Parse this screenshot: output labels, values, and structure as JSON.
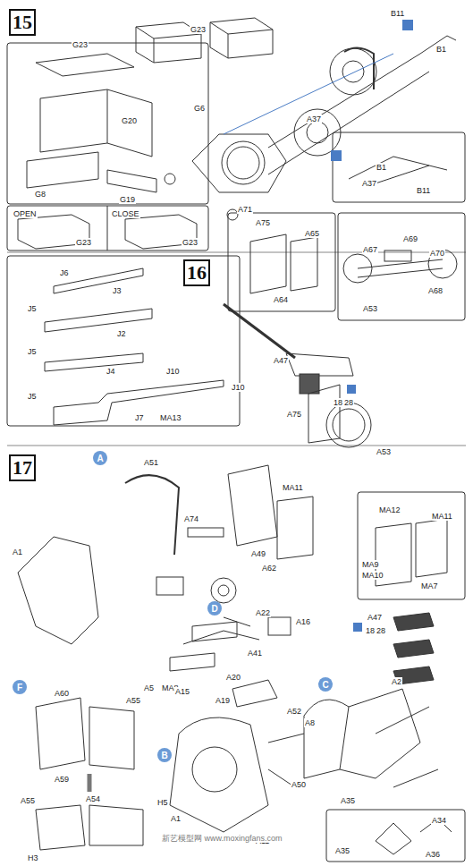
{
  "diagram": {
    "nodes": [
      {
        "text": [
          "15"
        ]
      },
      {
        "text": [
          "16"
        ]
      },
      {
        "text": [
          "17"
        ]
      },
      {
        "text": [
          "A"
        ]
      },
      {
        "text": [
          "D"
        ]
      },
      {
        "text": [
          "C"
        ]
      },
      {
        "text": [
          "F"
        ]
      },
      {
        "text": [
          "B"
        ]
      }
    ],
    "labels": [
      "G23",
      "G6",
      "B11",
      "B1",
      "A37",
      "A71",
      "G23",
      "G20",
      "G8",
      "G19",
      "OPEN",
      "CLOSE",
      "G23",
      "G23",
      "B1",
      "A37",
      "B11",
      "J6",
      "J3",
      "J5",
      "J2",
      "J5",
      "J4",
      "J5",
      "J10",
      "J7",
      "MA13",
      "A75",
      "A65",
      "A64",
      "A69",
      "A67",
      "A70",
      "A68",
      "A53",
      "J10",
      "A47",
      "18",
      "28",
      "A75",
      "A53",
      "A51",
      "MA11",
      "A49",
      "A74",
      "A62",
      "A1",
      "A22",
      "A41",
      "A20",
      "A5",
      "MA8",
      "A16",
      "A15",
      "A19",
      "MA12",
      "MA11",
      "MA9",
      "MA10",
      "MA7",
      "A47",
      "18",
      "28",
      "A52",
      "A2",
      "A35",
      "A34",
      "A35",
      "A36",
      "A60",
      "A55",
      "A59",
      "A54",
      "A55",
      "H5",
      "H3",
      "A8",
      "A1",
      "A50",
      "A11",
      "新艺模型网 www.moxingfans.com"
    ]
  }
}
